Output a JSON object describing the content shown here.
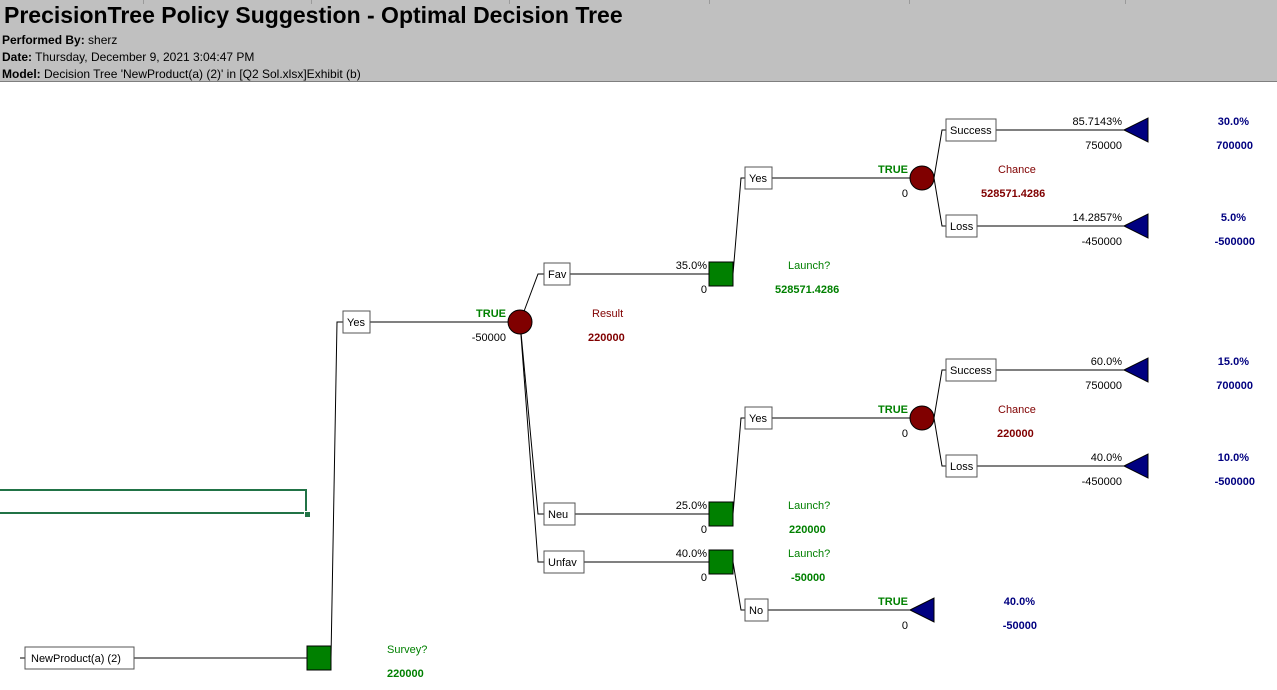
{
  "header": {
    "title": "PrecisionTree Policy Suggestion - Optimal Decision Tree",
    "performed_by_label": "Performed By:",
    "performed_by": "sherz",
    "date_label": "Date:",
    "date": "Thursday, December 9, 2021 3:04:47 PM",
    "model_label": "Model:",
    "model": "Decision Tree 'NewProduct(a) (2)' in [Q2 Sol.xlsx]Exhibit  (b)"
  },
  "colors": {
    "decision_fill": "#008000",
    "chance_fill": "#800000",
    "end_fill": "#000080",
    "decision_text": "#008000",
    "chance_text": "#800000",
    "end_text": "#000080",
    "header_bg": "#c0c0c0",
    "selection": "#217346"
  },
  "tree": {
    "root_label": "NewProduct(a) (2)",
    "survey": {
      "name": "Survey?",
      "value": "220000"
    },
    "survey_yes": {
      "label": "Yes",
      "flag": "TRUE",
      "value": "-50000"
    },
    "result": {
      "name": "Result",
      "value": "220000"
    },
    "fav": {
      "label": "Fav",
      "prob": "35.0%",
      "value": "0",
      "launch": {
        "name": "Launch?",
        "value": "528571.4286"
      },
      "yes": {
        "label": "Yes",
        "flag": "TRUE",
        "value": "0"
      },
      "chance": {
        "name": "Chance",
        "value": "528571.4286"
      },
      "success": {
        "label": "Success",
        "prob": "85.7143%",
        "value": "750000",
        "end_prob": "30.0%",
        "end_value": "700000"
      },
      "loss": {
        "label": "Loss",
        "prob": "14.2857%",
        "value": "-450000",
        "end_prob": "5.0%",
        "end_value": "-500000"
      }
    },
    "neu": {
      "label": "Neu",
      "prob": "25.0%",
      "value": "0",
      "launch": {
        "name": "Launch?",
        "value": "220000"
      },
      "yes": {
        "label": "Yes",
        "flag": "TRUE",
        "value": "0"
      },
      "chance": {
        "name": "Chance",
        "value": "220000"
      },
      "success": {
        "label": "Success",
        "prob": "60.0%",
        "value": "750000",
        "end_prob": "15.0%",
        "end_value": "700000"
      },
      "loss": {
        "label": "Loss",
        "prob": "40.0%",
        "value": "-450000",
        "end_prob": "10.0%",
        "end_value": "-500000"
      }
    },
    "unfav": {
      "label": "Unfav",
      "prob": "40.0%",
      "value": "0",
      "launch": {
        "name": "Launch?",
        "value": "-50000"
      },
      "no": {
        "label": "No",
        "flag": "TRUE",
        "value": "0",
        "end_prob": "40.0%",
        "end_value": "-50000"
      }
    }
  }
}
